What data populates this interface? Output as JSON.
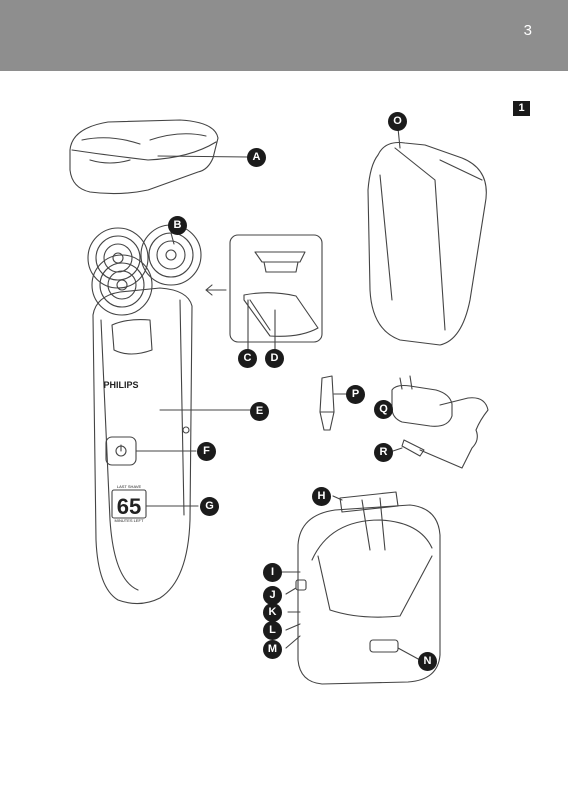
{
  "header": {
    "page_number": "3"
  },
  "section_badge": "1",
  "shaver": {
    "brand": "PHILIPS",
    "display_digits": "65",
    "display_top": "LAST SHAVE",
    "display_bottom": "MINUTES LEFT"
  },
  "callouts": {
    "A": "A",
    "B": "B",
    "C": "C",
    "D": "D",
    "E": "E",
    "F": "F",
    "G": "G",
    "H": "H",
    "I": "I",
    "J": "J",
    "K": "K",
    "L": "L",
    "M": "M",
    "N": "N",
    "O": "O",
    "P": "P",
    "Q": "Q",
    "R": "R"
  },
  "colors": {
    "header": "#8e8e8e",
    "callout": "#1b1b1b",
    "line": "#444444"
  }
}
